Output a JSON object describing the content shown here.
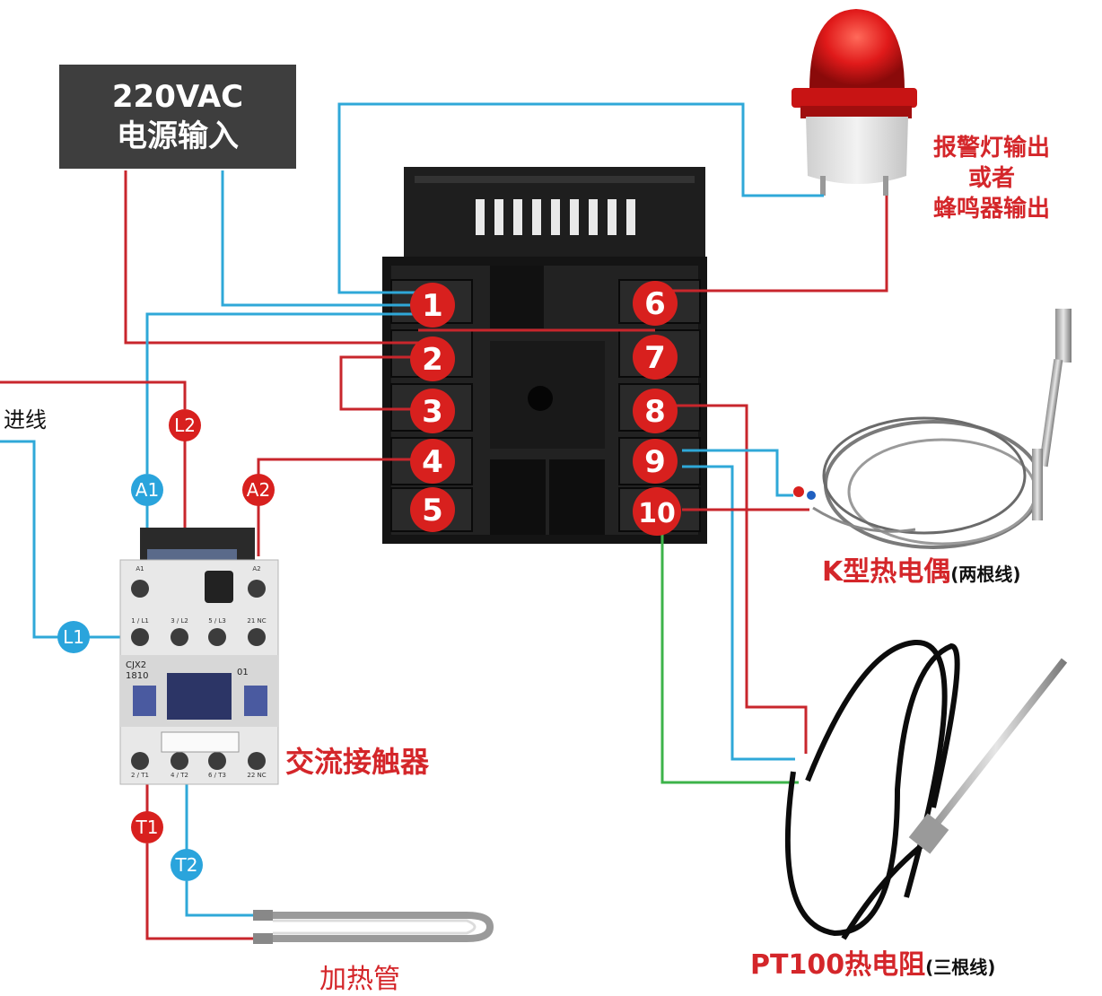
{
  "power_box": {
    "line1": "220VAC",
    "line2": "电源输入"
  },
  "alarm_label": [
    "报警灯输出",
    "或者",
    "蜂鸣器输出"
  ],
  "incoming_label": "进线",
  "contactor": {
    "label": "交流接触器",
    "model_line1": "CJX2",
    "model_line2": "1810",
    "contact_code": "01",
    "top_terminals": [
      "1 / L1",
      "3 / L2",
      "5 / L3",
      "21 NC"
    ],
    "bottom_terminals": [
      "2 / T1",
      "4 / T2",
      "6 / T3",
      "22 NC"
    ],
    "coil_terminals": [
      "A1",
      "A2"
    ]
  },
  "markers": {
    "A1": "A1",
    "A2": "A2",
    "L1": "L1",
    "L2": "L2",
    "T1": "T1",
    "T2": "T2"
  },
  "controller_terminals_left": [
    "1",
    "2",
    "3",
    "4",
    "5"
  ],
  "controller_terminals_right": [
    "6",
    "7",
    "8",
    "9",
    "10"
  ],
  "thermocouple_label": {
    "main": "K型热电偶",
    "note": "(两根线)"
  },
  "pt100_label": {
    "main": "PT100热电阻",
    "note": "(三根线)"
  },
  "heater_label": "加热管",
  "colors": {
    "red_wire": "#c8262c",
    "blue_wire": "#2fa8d8",
    "green_wire": "#3db34a",
    "red_badge": "#d8201e",
    "blue_badge": "#2aa4dc",
    "power_box_bg": "#3e3e3e"
  }
}
